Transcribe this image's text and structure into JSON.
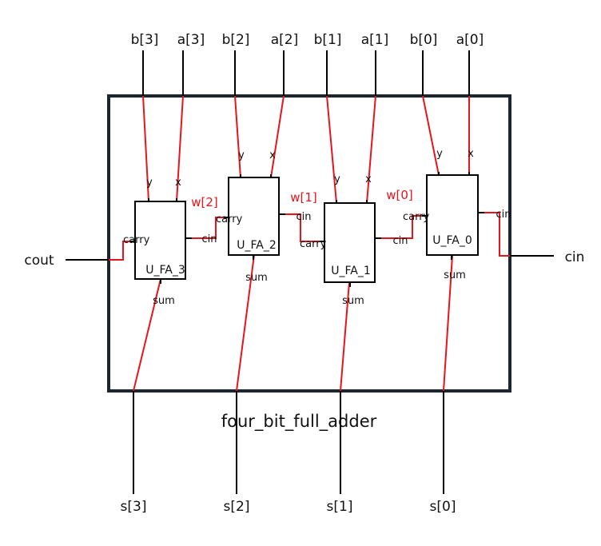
{
  "module": {
    "name": "four_bit_full_adder"
  },
  "ports": {
    "inputs_top": [
      "b[3]",
      "a[3]",
      "b[2]",
      "a[2]",
      "b[1]",
      "a[1]",
      "b[0]",
      "a[0]"
    ],
    "outputs_bottom": [
      "s[3]",
      "s[2]",
      "s[1]",
      "s[0]"
    ],
    "cout": "cout",
    "cin": "cin"
  },
  "instances": [
    {
      "name": "U_FA_3",
      "pin_x": "x",
      "pin_y": "y",
      "pin_carry": "carry",
      "pin_cin": "cin",
      "pin_sum": "sum"
    },
    {
      "name": "U_FA_2",
      "pin_x": "x",
      "pin_y": "y",
      "pin_carry": "carry",
      "pin_cin": "cin",
      "pin_sum": "sum"
    },
    {
      "name": "U_FA_1",
      "pin_x": "x",
      "pin_y": "y",
      "pin_carry": "carry",
      "pin_cin": "cin",
      "pin_sum": "sum"
    },
    {
      "name": "U_FA_0",
      "pin_x": "x",
      "pin_y": "y",
      "pin_carry": "carry",
      "pin_cin": "cin",
      "pin_sum": "sum"
    }
  ],
  "internal_wires": [
    "w[2]",
    "w[1]",
    "w[0]"
  ],
  "colors": {
    "wire_internal": "#e8141b",
    "wire_external": "#000000",
    "module_border": "#1b2630",
    "wire_label": "#e8141b"
  }
}
